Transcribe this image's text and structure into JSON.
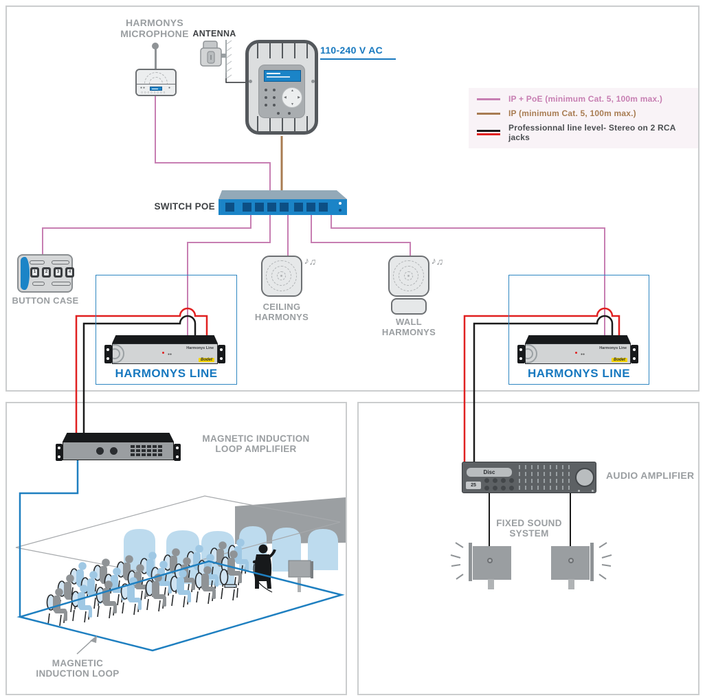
{
  "colors": {
    "ip_poe_pink": "#c77eb2",
    "ip_brown": "#a87c52",
    "line_level_red": "#e02020",
    "cable_black": "#1a1a1a",
    "accent_blue": "#1778bf",
    "loop_blue": "#1e7fc0"
  },
  "legend": {
    "items": [
      {
        "id": "ip-poe",
        "label": "IP + PoE (minimum Cat. 5, 100m max.)",
        "color": "#c77eb2",
        "swatch": "single"
      },
      {
        "id": "ip",
        "label": "IP (minimum Cat. 5, 100m max.)",
        "color": "#a87c52",
        "swatch": "single"
      },
      {
        "id": "line-level",
        "label": "Professionnal line level- Stereo on 2 RCA jacks",
        "color": "#4a4d50",
        "swatch": "double"
      }
    ]
  },
  "top": {
    "microphone_label": "HARMONYS MICROPHONE",
    "antenna_label": "ANTENNA",
    "power_label": "110-240 V AC",
    "switch_label": "SWITCH POE",
    "button_case_label": "BUTTON CASE",
    "button_digits": [
      "1",
      "2",
      "3",
      "4"
    ],
    "ceiling_label": "CEILING HARMONYS",
    "wall_label": "WALL HARMONYS",
    "notes": "♪♫",
    "harmonys_line_label": "HARMONYS LINE",
    "rack_text": "Harmonys Line",
    "rack_brand": "Bodet"
  },
  "bottom_left": {
    "amplifier_label": "MAGNETIC INDUCTION LOOP AMPLIFIER",
    "loop_label": "MAGNETIC INDUCTION LOOP"
  },
  "bottom_right": {
    "amplifier_label": "AUDIO AMPLIFIER",
    "amplifier_display": "Disc",
    "amplifier_value": "25",
    "speakers_label": "FIXED SOUND SYSTEM"
  }
}
